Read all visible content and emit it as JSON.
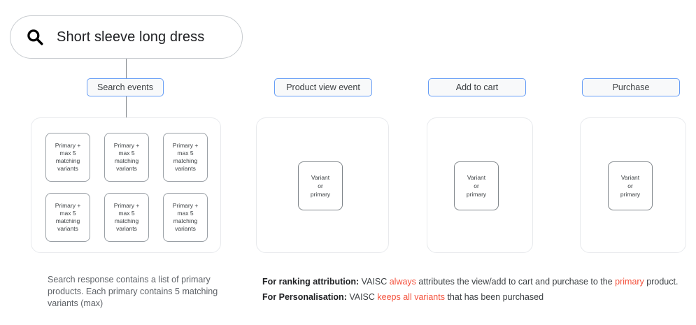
{
  "search": {
    "icon": "search-icon",
    "query": "Short sleeve long dress"
  },
  "events": {
    "search": "Search events",
    "product_view": "Product view event",
    "add_to_cart": "Add to cart",
    "purchase": "Purchase"
  },
  "cards": {
    "primary_card_text": "Primary + max 5 matching variants",
    "primary_card_lines": [
      "Primary +",
      "max 5",
      "matching",
      "variants"
    ],
    "variant_card_lines": [
      "Variant",
      "or",
      "primary"
    ],
    "primary_card_count": 6
  },
  "captions": {
    "left": "Search response contains a list of primary products. Each primary contains 5 matching variants (max)"
  },
  "notes": {
    "ranking": {
      "label": "For ranking attribution:",
      "part1": " VAISC ",
      "highlight1": "always",
      "part2": " attributes the view/add to cart and purchase to the ",
      "highlight2": "primary",
      "part3": " product."
    },
    "personalisation": {
      "label": "For Personalisation:",
      "part1": " VAISC ",
      "highlight1": "keeps all variants",
      "part2": " that has been purchased"
    }
  },
  "colors": {
    "accent_blue": "#669df6",
    "highlight_red": "#f4513c",
    "panel_border": "#e8eaed",
    "card_border": "#9aa0a6"
  }
}
